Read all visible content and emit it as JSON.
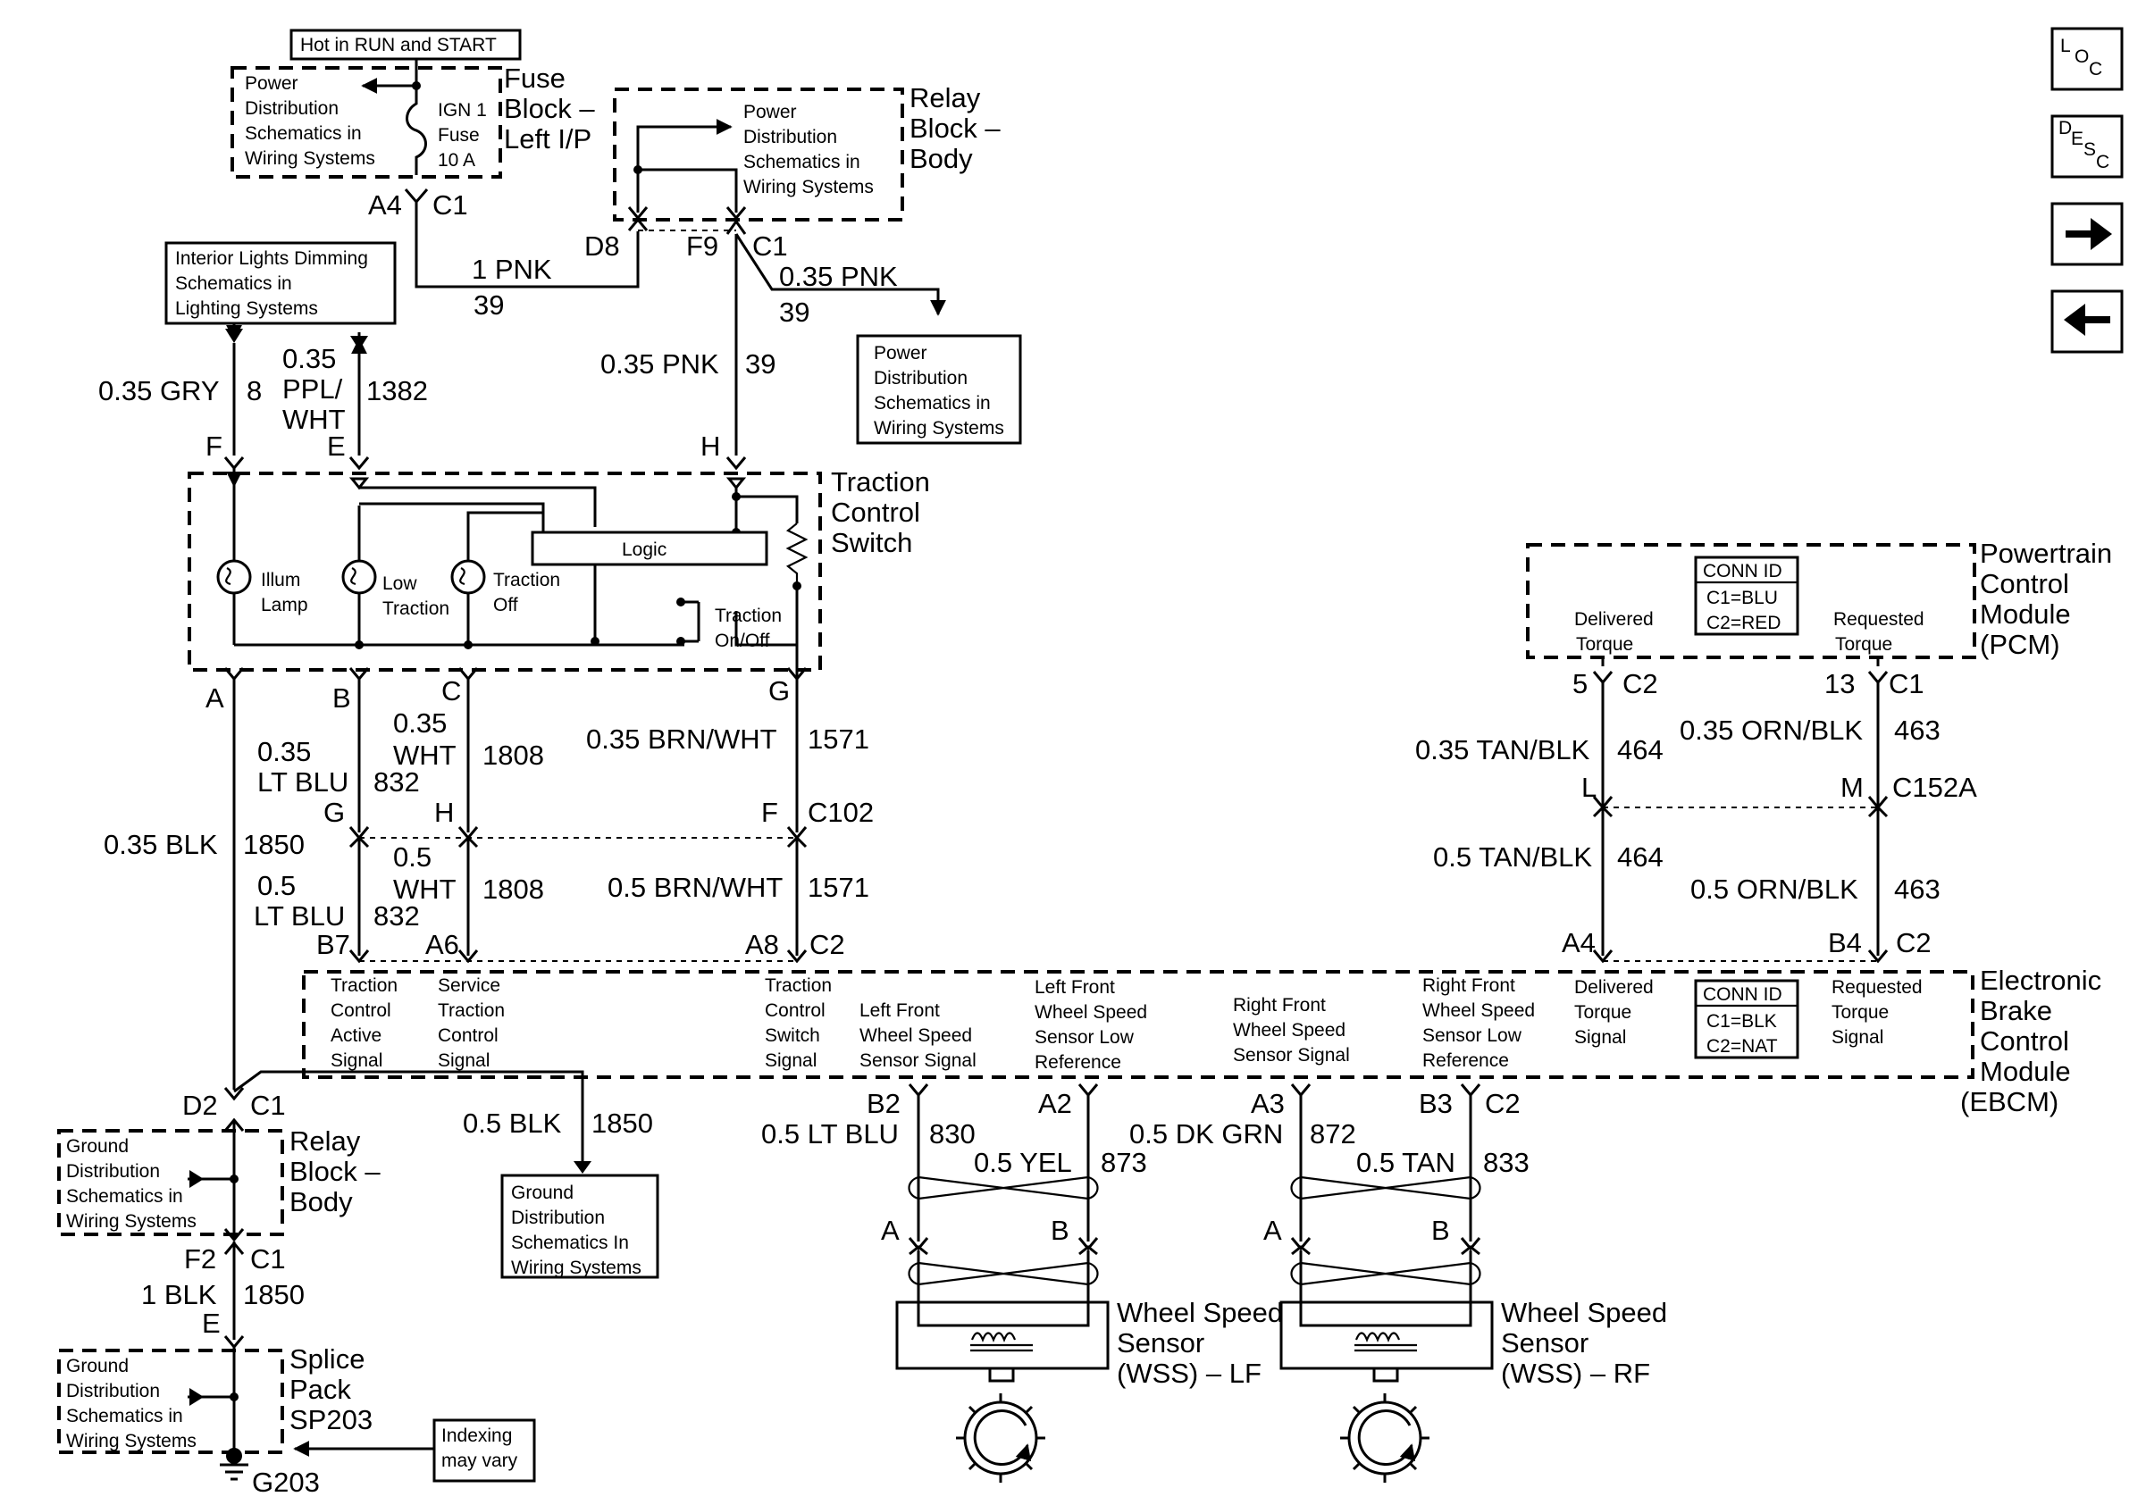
{
  "nav": {
    "loc": {
      "l1": "L",
      "l2": "O",
      "l3": "C"
    },
    "desc": {
      "l1": "D",
      "l2": "E",
      "l3": "S",
      "l4": "C"
    }
  },
  "top": {
    "hot_in_run_start": "Hot in RUN and START",
    "fuse_block": [
      "Fuse",
      "Block –",
      "Left I/P"
    ],
    "fuse_pd_box": [
      "Power",
      "Distribution",
      "Schematics in",
      "Wiring Systems"
    ],
    "fuse": [
      "IGN 1",
      "Fuse",
      "10 A"
    ],
    "fuse_pins": {
      "a4": "A4",
      "c1": "C1"
    },
    "relay_block_body": [
      "Relay",
      "Block –",
      "Body"
    ],
    "relay_pd_box": [
      "Power",
      "Distribution",
      "Schematics in",
      "Wiring Systems"
    ],
    "relay_pins": {
      "d8": "D8",
      "f9": "F9",
      "c1": "C1"
    },
    "wire_1pnk": {
      "gauge": "1 PNK",
      "circuit": "39"
    },
    "wire_035pnk_right": {
      "gauge": "0.35 PNK",
      "circuit": "39"
    },
    "right_pd_box": [
      "Power",
      "Distribution",
      "Schematics in",
      "Wiring Systems"
    ],
    "wire_035pnk_down": {
      "gauge": "0.35 PNK",
      "circuit": "39"
    },
    "interior_box": [
      "Interior Lights Dimming",
      "Schematics in",
      "Lighting Systems"
    ],
    "wire_gry": {
      "gauge": "0.35 GRY",
      "circuit": "8"
    },
    "wire_ppl": {
      "g1": "0.35",
      "g2": "PPL/",
      "g3": "WHT",
      "circuit": "1382"
    }
  },
  "switch": {
    "title": [
      "Traction",
      "Control",
      "Switch"
    ],
    "pins_top": {
      "f": "F",
      "e": "E",
      "h": "H"
    },
    "logic": "Logic",
    "illum": [
      "Illum",
      "Lamp"
    ],
    "low": [
      "Low",
      "Traction"
    ],
    "off": [
      "Traction",
      "Off"
    ],
    "onoff": [
      "Traction",
      "On/Off"
    ],
    "pins_bottom": {
      "a": "A",
      "b": "B",
      "c": "C",
      "g": "G"
    }
  },
  "pcm": {
    "title": [
      "Powertrain",
      "Control",
      "Module",
      "(PCM)"
    ],
    "conn": [
      "CONN ID",
      "C1=BLU",
      "C2=RED"
    ],
    "delivered": [
      "Delivered",
      "Torque"
    ],
    "requested": [
      "Requested",
      "Torque"
    ],
    "pin_left": {
      "num": "5",
      "conn": "C2"
    },
    "pin_right": {
      "num": "13",
      "conn": "C1"
    }
  },
  "mid_wires": {
    "lt_blu_035": {
      "g1": "0.35",
      "g2": "LT BLU",
      "circuit": "832"
    },
    "wht_035": {
      "g1": "0.35",
      "g2": "WHT",
      "circuit": "1808"
    },
    "brn_035": {
      "gauge": "0.35 BRN/WHT",
      "circuit": "1571"
    },
    "blk_035": {
      "gauge": "0.35 BLK",
      "circuit": "1850"
    },
    "c102": {
      "g": "G",
      "h": "H",
      "f": "F",
      "conn": "C102"
    },
    "lt_blu_05": {
      "g1": "0.5",
      "g2": "LT BLU",
      "circuit": "832"
    },
    "wht_05": {
      "g1": "0.5",
      "g2": "WHT",
      "circuit": "1808"
    },
    "brn_05": {
      "gauge": "0.5 BRN/WHT",
      "circuit": "1571"
    },
    "ebcm_pins_top": {
      "b7": "B7",
      "a6": "A6",
      "a8": "A8",
      "c2": "C2"
    },
    "tan_035": {
      "gauge": "0.35 TAN/BLK",
      "circuit": "464"
    },
    "orn_035": {
      "gauge": "0.35 ORN/BLK",
      "circuit": "463"
    },
    "c152a": {
      "l": "L",
      "m": "M",
      "conn": "C152A"
    },
    "tan_05": {
      "gauge": "0.5 TAN/BLK",
      "circuit": "464"
    },
    "orn_05": {
      "gauge": "0.5 ORN/BLK",
      "circuit": "463"
    },
    "ebcm_pins_right": {
      "a4": "A4",
      "b4": "B4",
      "c2": "C2"
    }
  },
  "ebcm": {
    "title": [
      "Electronic",
      "Brake",
      "Control",
      "Module",
      "(EBCM)"
    ],
    "conn": [
      "CONN ID",
      "C1=BLK",
      "C2=NAT"
    ],
    "signals": [
      [
        "Traction",
        "Control",
        "Active",
        "Signal"
      ],
      [
        "Service",
        "Traction",
        "Control",
        "Signal"
      ],
      [
        "Traction",
        "Control",
        "Switch",
        "Signal"
      ],
      [
        "Left Front",
        "Wheel Speed",
        "Sensor Signal"
      ],
      [
        "Left Front",
        "Wheel Speed",
        "Sensor Low",
        "Reference"
      ],
      [
        "Right Front",
        "Wheel Speed",
        "Sensor Signal"
      ],
      [
        "Right Front",
        "Wheel Speed",
        "Sensor Low",
        "Reference"
      ],
      [
        "Delivered",
        "Torque",
        "Signal"
      ],
      [
        "Requested",
        "Torque",
        "Signal"
      ]
    ]
  },
  "ground": {
    "d2c1": {
      "d2": "D2",
      "c1": "C1"
    },
    "blk_05": {
      "gauge": "0.5 BLK",
      "circuit": "1850"
    },
    "gd_box_mid": [
      "Ground",
      "Distribution",
      "Schematics In",
      "Wiring Systems"
    ],
    "relay_gd_box": [
      "Ground",
      "Distribution",
      "Schematics in",
      "Wiring Systems"
    ],
    "relay_block": [
      "Relay",
      "Block –",
      "Body"
    ],
    "f2c1": {
      "f2": "F2",
      "c1": "C1"
    },
    "blk_1": {
      "gauge": "1 BLK",
      "circuit": "1850"
    },
    "e": "E",
    "splice_gd_box": [
      "Ground",
      "Distribution",
      "Schematics in",
      "Wiring Systems"
    ],
    "splice": [
      "Splice",
      "Pack",
      "SP203"
    ],
    "indexing": [
      "Indexing",
      "may vary"
    ],
    "g203": "G203"
  },
  "wss": {
    "lf_pins": {
      "b2": "B2",
      "a2": "A2"
    },
    "rf_pins": {
      "a3": "A3",
      "b3": "B3",
      "c2": "C2"
    },
    "lf_wire1": {
      "gauge": "0.5 LT BLU",
      "circuit": "830"
    },
    "lf_wire2": {
      "gauge": "0.5 YEL",
      "circuit": "873"
    },
    "rf_wire1": {
      "gauge": "0.5 DK GRN",
      "circuit": "872"
    },
    "rf_wire2": {
      "gauge": "0.5 TAN",
      "circuit": "833"
    },
    "ab": {
      "a": "A",
      "b": "B"
    },
    "lf_label": [
      "Wheel Speed",
      "Sensor",
      "(WSS) – LF"
    ],
    "rf_label": [
      "Wheel Speed",
      "Sensor",
      "(WSS) – RF"
    ]
  }
}
